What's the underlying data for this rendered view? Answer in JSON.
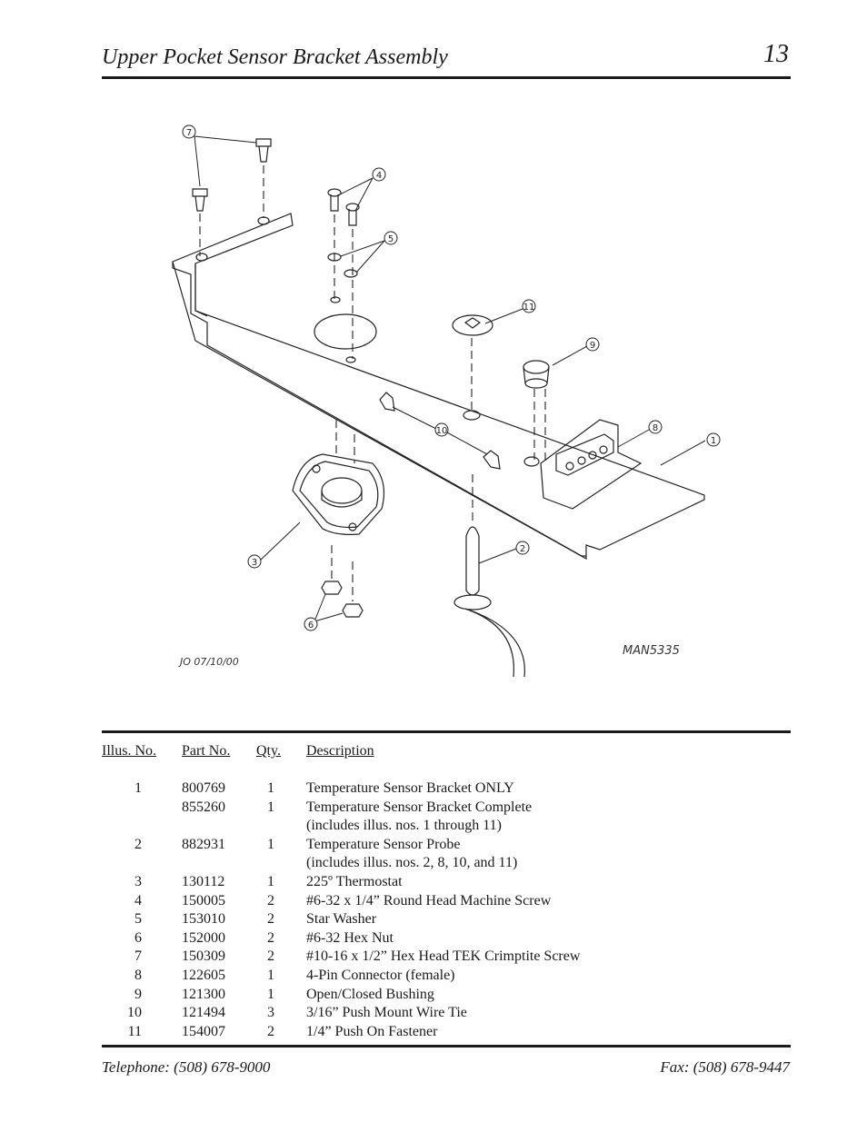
{
  "header": {
    "title": "Upper Pocket Sensor Bracket Assembly",
    "page_number": "13"
  },
  "figure": {
    "drawing_initials": "JO 07/10/00",
    "drawing_code": "MAN5335",
    "callouts": [
      "1",
      "2",
      "3",
      "4",
      "5",
      "6",
      "7",
      "8",
      "9",
      "10",
      "11"
    ]
  },
  "parts_table": {
    "headers": {
      "illus": "Illus. No.",
      "part": "Part No.",
      "qty": "Qty.",
      "desc": "Description"
    },
    "rows": [
      {
        "illus": "1",
        "part": "800769",
        "qty": "1",
        "desc": "Temperature Sensor Bracket ONLY"
      },
      {
        "illus": "",
        "part": "855260",
        "qty": "1",
        "desc": "Temperature Sensor Bracket Complete"
      },
      {
        "illus": "",
        "part": "",
        "qty": "",
        "desc": "(includes illus. nos. 1 through 11)"
      },
      {
        "illus": "2",
        "part": "882931",
        "qty": "1",
        "desc": "Temperature Sensor Probe"
      },
      {
        "illus": "",
        "part": "",
        "qty": "",
        "desc": "(includes illus. nos. 2, 8, 10, and 11)"
      },
      {
        "illus": "3",
        "part": "130112",
        "qty": "1",
        "desc": "225º Thermostat"
      },
      {
        "illus": "4",
        "part": "150005",
        "qty": "2",
        "desc": "#6-32 x 1/4” Round Head Machine Screw"
      },
      {
        "illus": "5",
        "part": "153010",
        "qty": "2",
        "desc": "Star  Washer"
      },
      {
        "illus": "6",
        "part": "152000",
        "qty": "2",
        "desc": "#6-32 Hex Nut"
      },
      {
        "illus": "7",
        "part": "150309",
        "qty": "2",
        "desc": "#10-16 x 1/2” Hex Head TEK Crimptite Screw"
      },
      {
        "illus": "8",
        "part": "122605",
        "qty": "1",
        "desc": "4-Pin Connector (female)"
      },
      {
        "illus": "9",
        "part": "121300",
        "qty": "1",
        "desc": "Open/Closed Bushing"
      },
      {
        "illus": "10",
        "part": "121494",
        "qty": "3",
        "desc": "3/16” Push Mount Wire Tie"
      },
      {
        "illus": "11",
        "part": "154007",
        "qty": "2",
        "desc": "1/4” Push On Fastener"
      }
    ]
  },
  "footer": {
    "telephone": "Telephone: (508) 678-9000",
    "fax": "Fax: (508) 678-9447"
  }
}
